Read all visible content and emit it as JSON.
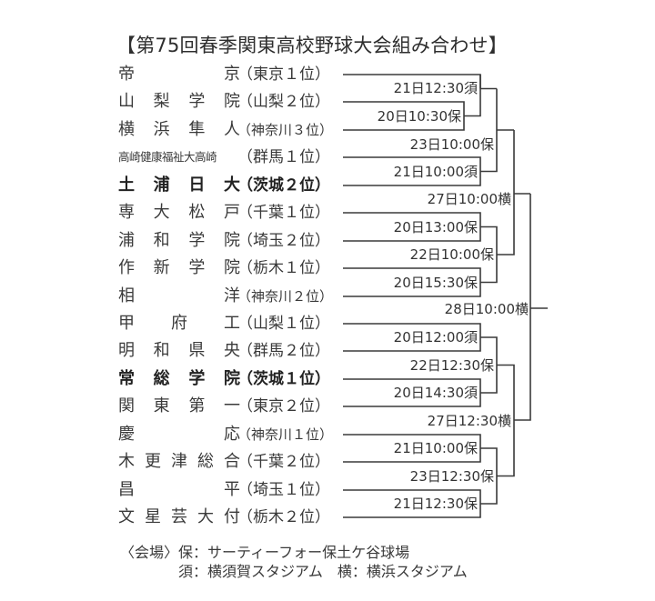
{
  "title": "【第75回春季関東高校野球大会組み合わせ】",
  "teams": [
    {
      "school": [
        "帝",
        "",
        "",
        "",
        "京"
      ],
      "pref": "（東京１位）",
      "bold": false
    },
    {
      "school": [
        "山",
        "梨",
        "学",
        "院"
      ],
      "pref": "（山梨２位）",
      "bold": false
    },
    {
      "school": [
        "横",
        "浜",
        "隼",
        "人"
      ],
      "pref": "（神奈川３位）",
      "bold": false
    },
    {
      "school_full": "高崎健康福祉大高崎",
      "pref": "（群馬１位）",
      "bold": false
    },
    {
      "school": [
        "土",
        "浦",
        "日",
        "大"
      ],
      "pref": "（茨城２位）",
      "bold": true
    },
    {
      "school": [
        "専",
        "大",
        "松",
        "戸"
      ],
      "pref": "（千葉１位）",
      "bold": false
    },
    {
      "school": [
        "浦",
        "和",
        "学",
        "院"
      ],
      "pref": "（埼玉２位）",
      "bold": false
    },
    {
      "school": [
        "作",
        "新",
        "学",
        "院"
      ],
      "pref": "（栃木１位）",
      "bold": false
    },
    {
      "school": [
        "相",
        "",
        "",
        "",
        "洋"
      ],
      "pref": "（神奈川２位）",
      "bold": false
    },
    {
      "school": [
        "甲",
        "",
        "府",
        "",
        "工"
      ],
      "pref": "（山梨１位）",
      "bold": false
    },
    {
      "school": [
        "明",
        "和",
        "県",
        "央"
      ],
      "pref": "（群馬２位）",
      "bold": false
    },
    {
      "school": [
        "常",
        "総",
        "学",
        "院"
      ],
      "pref": "（茨城１位）",
      "bold": true
    },
    {
      "school": [
        "関",
        "東",
        "第",
        "一"
      ],
      "pref": "（東京２位）",
      "bold": false
    },
    {
      "school": [
        "慶",
        "",
        "",
        "",
        "応"
      ],
      "pref": "（神奈川１位）",
      "bold": false
    },
    {
      "school": [
        "木",
        "更",
        "津",
        "総",
        "合"
      ],
      "pref": "（千葉２位）",
      "bold": false
    },
    {
      "school": [
        "昌",
        "",
        "",
        "",
        "平"
      ],
      "pref": "（埼玉１位）",
      "bold": false
    },
    {
      "school": [
        "文",
        "星",
        "芸",
        "大",
        "付"
      ],
      "pref": "（栃木２位）",
      "bold": false
    }
  ],
  "team_names": [
    "帝京",
    "山梨学院",
    "横浜隼人",
    "高崎健康福祉大高崎",
    "土浦日大",
    "専大松戸",
    "浦和学院",
    "作新学院",
    "相洋",
    "甲府工",
    "明和県央",
    "常総学院",
    "関東第一",
    "慶応",
    "木更津総合",
    "昌平",
    "文星芸大付"
  ],
  "team_prefs": [
    "（東京１位）",
    "（山梨２位）",
    "（神奈川３位）",
    "（群馬１位）",
    "（茨城２位）",
    "（千葉１位）",
    "（埼玉２位）",
    "（栃木１位）",
    "（神奈川２位）",
    "（山梨１位）",
    "（群馬２位）",
    "（茨城１位）",
    "（東京２位）",
    "（神奈川１位）",
    "（千葉２位）",
    "（埼玉１位）",
    "（栃木２位）"
  ],
  "matches": [
    {
      "id": "m1",
      "label": "21日12:30須",
      "round": 2
    },
    {
      "id": "m2",
      "label": "20日10:30保",
      "round": 1
    },
    {
      "id": "m3",
      "label": "23日10:00保",
      "round": 3
    },
    {
      "id": "m4",
      "label": "21日10:00須",
      "round": 2
    },
    {
      "id": "m5",
      "label": "27日10:00横",
      "round": 4
    },
    {
      "id": "m6",
      "label": "20日13:00保",
      "round": 1
    },
    {
      "id": "m7",
      "label": "22日10:00保",
      "round": 2
    },
    {
      "id": "m8",
      "label": "20日15:30保",
      "round": 1
    },
    {
      "id": "m9",
      "label": "28日10:00横",
      "round": 5
    },
    {
      "id": "m10",
      "label": "20日12:00須",
      "round": 1
    },
    {
      "id": "m11",
      "label": "22日12:30保",
      "round": 2
    },
    {
      "id": "m12",
      "label": "20日14:30須",
      "round": 1
    },
    {
      "id": "m13",
      "label": "27日12:30横",
      "round": 4
    },
    {
      "id": "m14",
      "label": "21日10:00保",
      "round": 1
    },
    {
      "id": "m15",
      "label": "23日12:30保",
      "round": 2
    },
    {
      "id": "m16",
      "label": "21日12:30保",
      "round": 1
    }
  ],
  "legend": {
    "heading": "〈会場〉",
    "line1": "保：サーティーフォー保土ケ谷球場",
    "line2": "須：横須賀スタジアム　横：横浜スタジアム"
  },
  "colors": {
    "line": "#3a3a3a",
    "text": "#333333",
    "background": "#ffffff"
  }
}
